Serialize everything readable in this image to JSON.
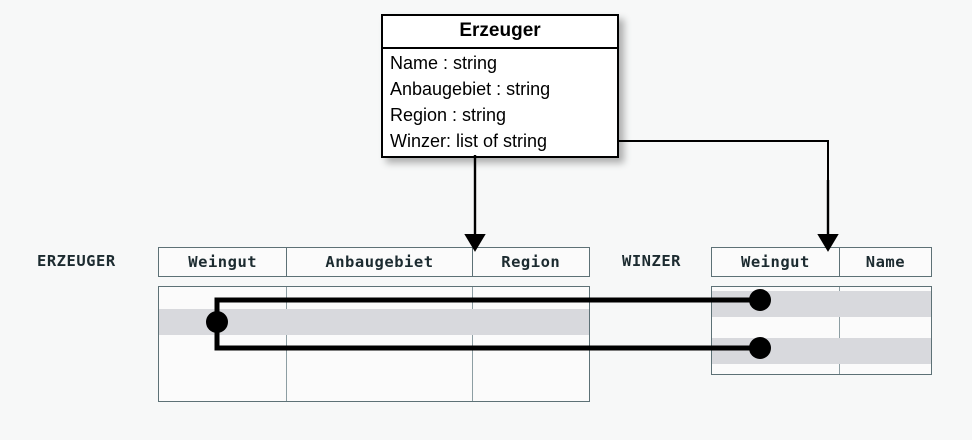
{
  "uml_class": {
    "name": "Erzeuger",
    "attributes": [
      "Name : string",
      "Anbaugebiet : string",
      "Region : string",
      "Winzer: list of string"
    ]
  },
  "tables": [
    {
      "label": "ERZEUGER",
      "columns": [
        "Weingut",
        "Anbaugebiet",
        "Region"
      ],
      "rows": [
        {
          "cells": [
            "",
            "",
            ""
          ],
          "shaded": false
        },
        {
          "cells": [
            "",
            "",
            ""
          ],
          "shaded": true
        },
        {
          "cells": [
            "",
            "",
            ""
          ],
          "shaded": false
        },
        {
          "cells": [
            "",
            "",
            ""
          ],
          "shaded": false
        }
      ]
    },
    {
      "label": "WINZER",
      "columns": [
        "Weingut",
        "Name"
      ],
      "rows": [
        {
          "cells": [
            "",
            ""
          ],
          "shaded": true
        },
        {
          "cells": [
            "",
            ""
          ],
          "shaded": false
        },
        {
          "cells": [
            "",
            ""
          ],
          "shaded": true
        }
      ]
    }
  ],
  "connectors": {
    "mapping_arrow_left_label": "",
    "mapping_arrow_right_label": "",
    "link_color": "#000000",
    "arrow_color": "#000000"
  },
  "colors": {
    "background": "#f7f8f8",
    "table_border": "#5d7176",
    "table_fill": "#fbfbfb",
    "row_highlight": "#d8d9dd",
    "class_border": "#000000",
    "class_fill": "#ffffff",
    "text": "#1c2b30"
  }
}
